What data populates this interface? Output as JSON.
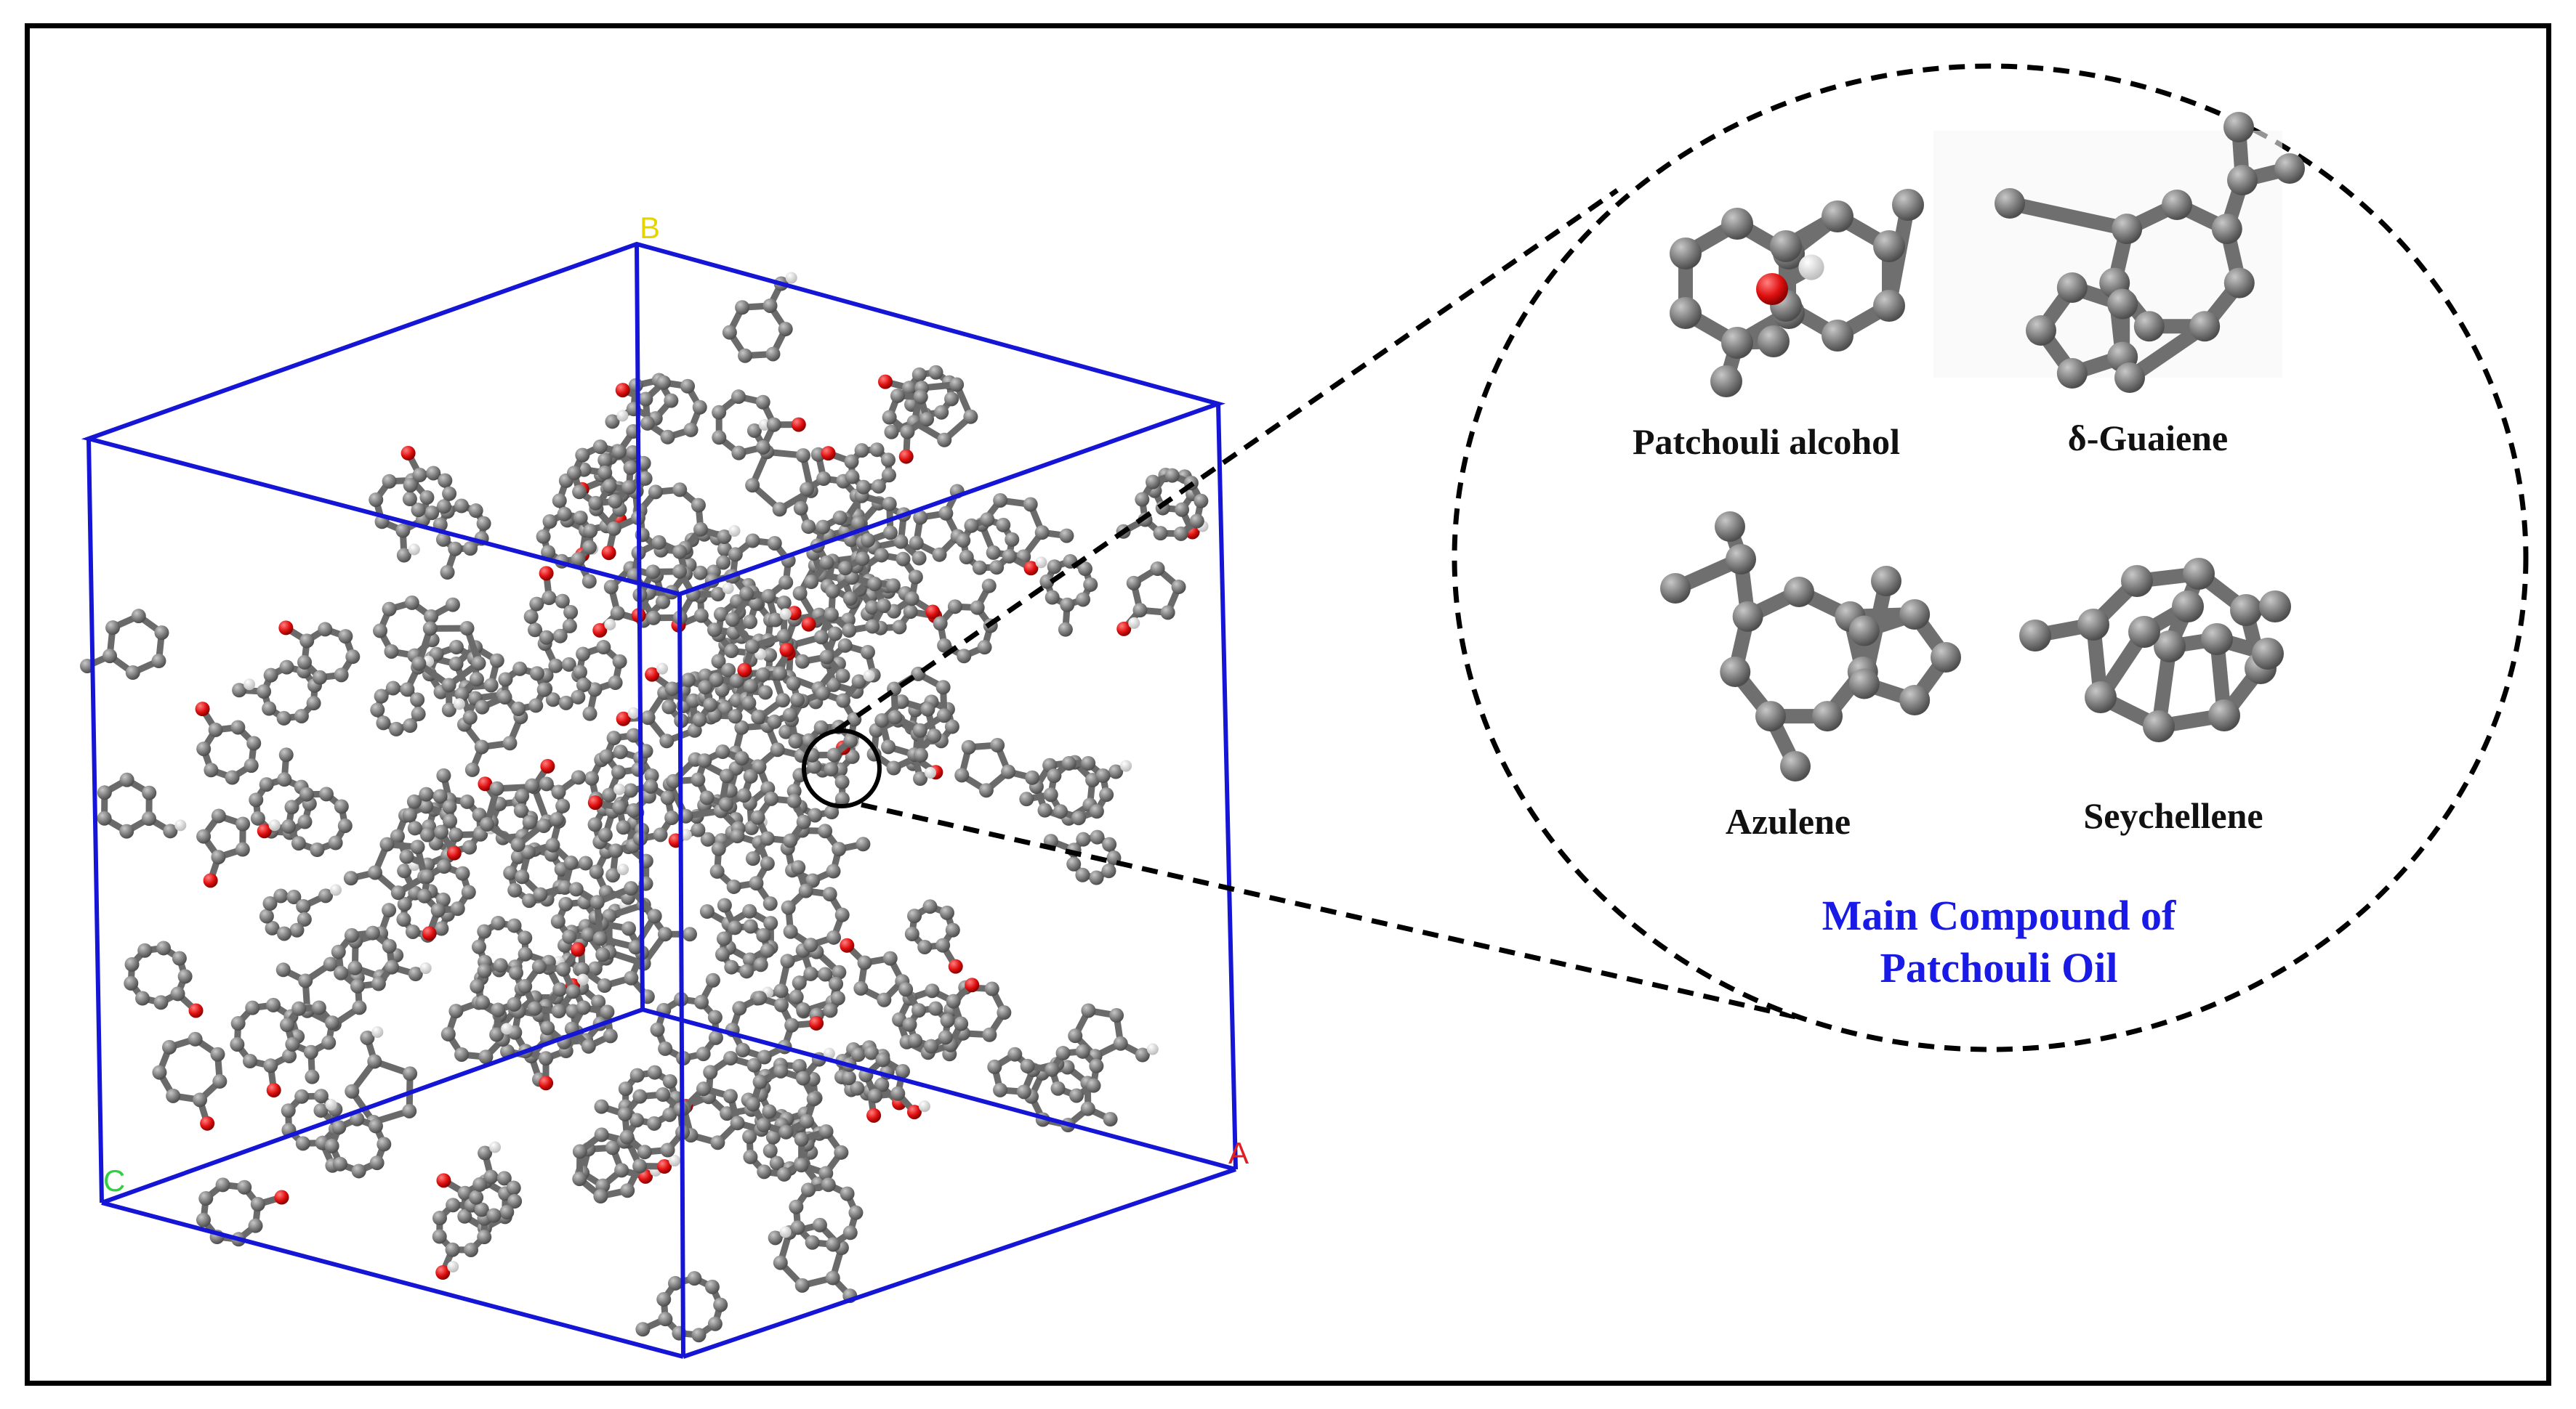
{
  "compounds": [
    {
      "name": "Patchouli alcohol"
    },
    {
      "name": "δ-Guaiene"
    },
    {
      "name": "Azulene"
    },
    {
      "name": "Seychellene"
    }
  ],
  "caption": {
    "line1": "Main Compound of",
    "line2": "Patchouli Oil"
  },
  "axes": {
    "a": "A",
    "b": "B",
    "c": "C"
  },
  "colors": {
    "box": "#1515d6",
    "atom": "#7b7b7b",
    "oxygen": "#e01010",
    "hydrogen": "#f2f2f2",
    "caption": "#1a1ae6"
  }
}
